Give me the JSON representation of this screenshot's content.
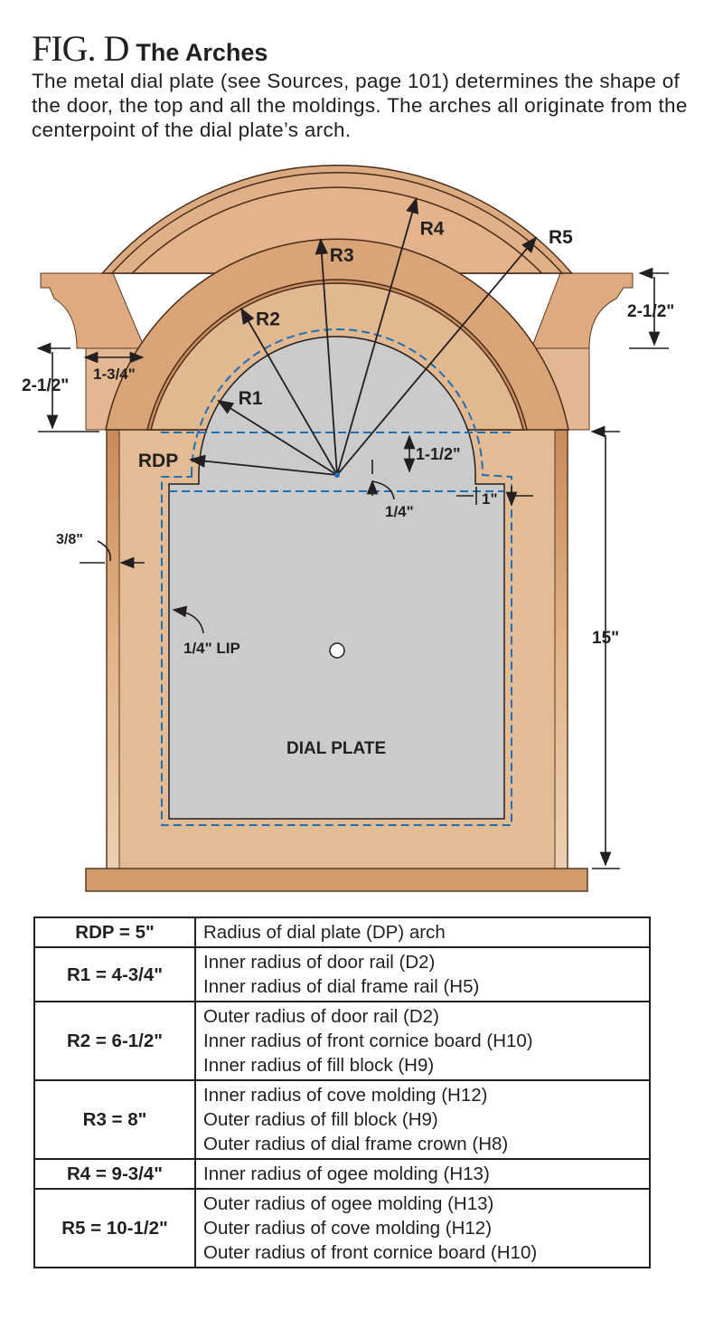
{
  "header": {
    "fig": "FIG. D",
    "title": "The Arches",
    "description": "The metal dial plate (see Sources, page 101) determines the shape of the door, the top and all the moldings. The arches all originate from the centerpoint of the dial plate’s arch."
  },
  "diagram": {
    "radii_labels": {
      "rdp": "RDP",
      "r1": "R1",
      "r2": "R2",
      "r3": "R3",
      "r4": "R4",
      "r5": "R5"
    },
    "radii_inches": {
      "rdp": 5,
      "r1": 4.75,
      "r2": 6.5,
      "r3": 8,
      "r4": 9.75,
      "r5": 10.5
    },
    "dims": {
      "cornice_height": "2-1/2\"",
      "side_block_height": "2-1/2\"",
      "side_block_width": "1-3/4\"",
      "arch_step": "1-1/2\"",
      "quarter": "1/4\"",
      "one_inch": "1\"",
      "frame_edge": "3/8\"",
      "lip": "1/4\" LIP",
      "door_height": "15\""
    },
    "dial_plate_label": "DIAL PLATE",
    "colors": {
      "wood": "#d9a77c",
      "wood_light": "#ebc9a6",
      "plate": "#cbcbcb",
      "dash": "#1f6fb5"
    }
  },
  "table": [
    {
      "key": "RDP = 5\"",
      "lines": [
        "Radius of dial plate (DP) arch"
      ]
    },
    {
      "key": "R1 = 4-3/4\"",
      "lines": [
        "Inner radius of door rail (D2)",
        "Inner radius of dial frame rail (H5)"
      ]
    },
    {
      "key": "R2 = 6-1/2\"",
      "lines": [
        "Outer radius of door rail (D2)",
        "Inner radius of front cornice board (H10)",
        "Inner radius of fill block (H9)"
      ]
    },
    {
      "key": "R3 = 8\"",
      "lines": [
        "Inner radius of cove molding (H12)",
        "Outer radius of fill block (H9)",
        "Outer radius of dial frame crown (H8)"
      ]
    },
    {
      "key": "R4 = 9-3/4\"",
      "lines": [
        "Inner radius of ogee molding (H13)"
      ]
    },
    {
      "key": "R5 = 10-1/2\"",
      "lines": [
        "Outer radius of ogee molding (H13)",
        "Outer radius of cove molding (H12)",
        "Outer radius of front cornice board (H10)"
      ]
    }
  ]
}
